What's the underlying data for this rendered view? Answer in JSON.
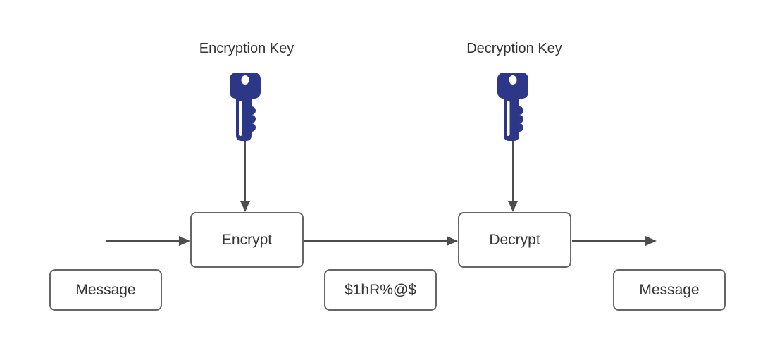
{
  "labels": {
    "encryption_key": "Encryption Key",
    "decryption_key": "Decryption Key"
  },
  "nodes": {
    "encrypt": "Encrypt",
    "decrypt": "Decrypt",
    "message_input": "Message",
    "ciphertext": "$1hR%@$",
    "message_output": "Message"
  },
  "icons": {
    "encryption_key": "key-icon",
    "decryption_key": "key-icon"
  },
  "colors": {
    "key_fill": "#2d3787",
    "arrow": "#4d4d4d",
    "box_border": "#666666",
    "text": "#333333",
    "background": "#ffffff"
  }
}
